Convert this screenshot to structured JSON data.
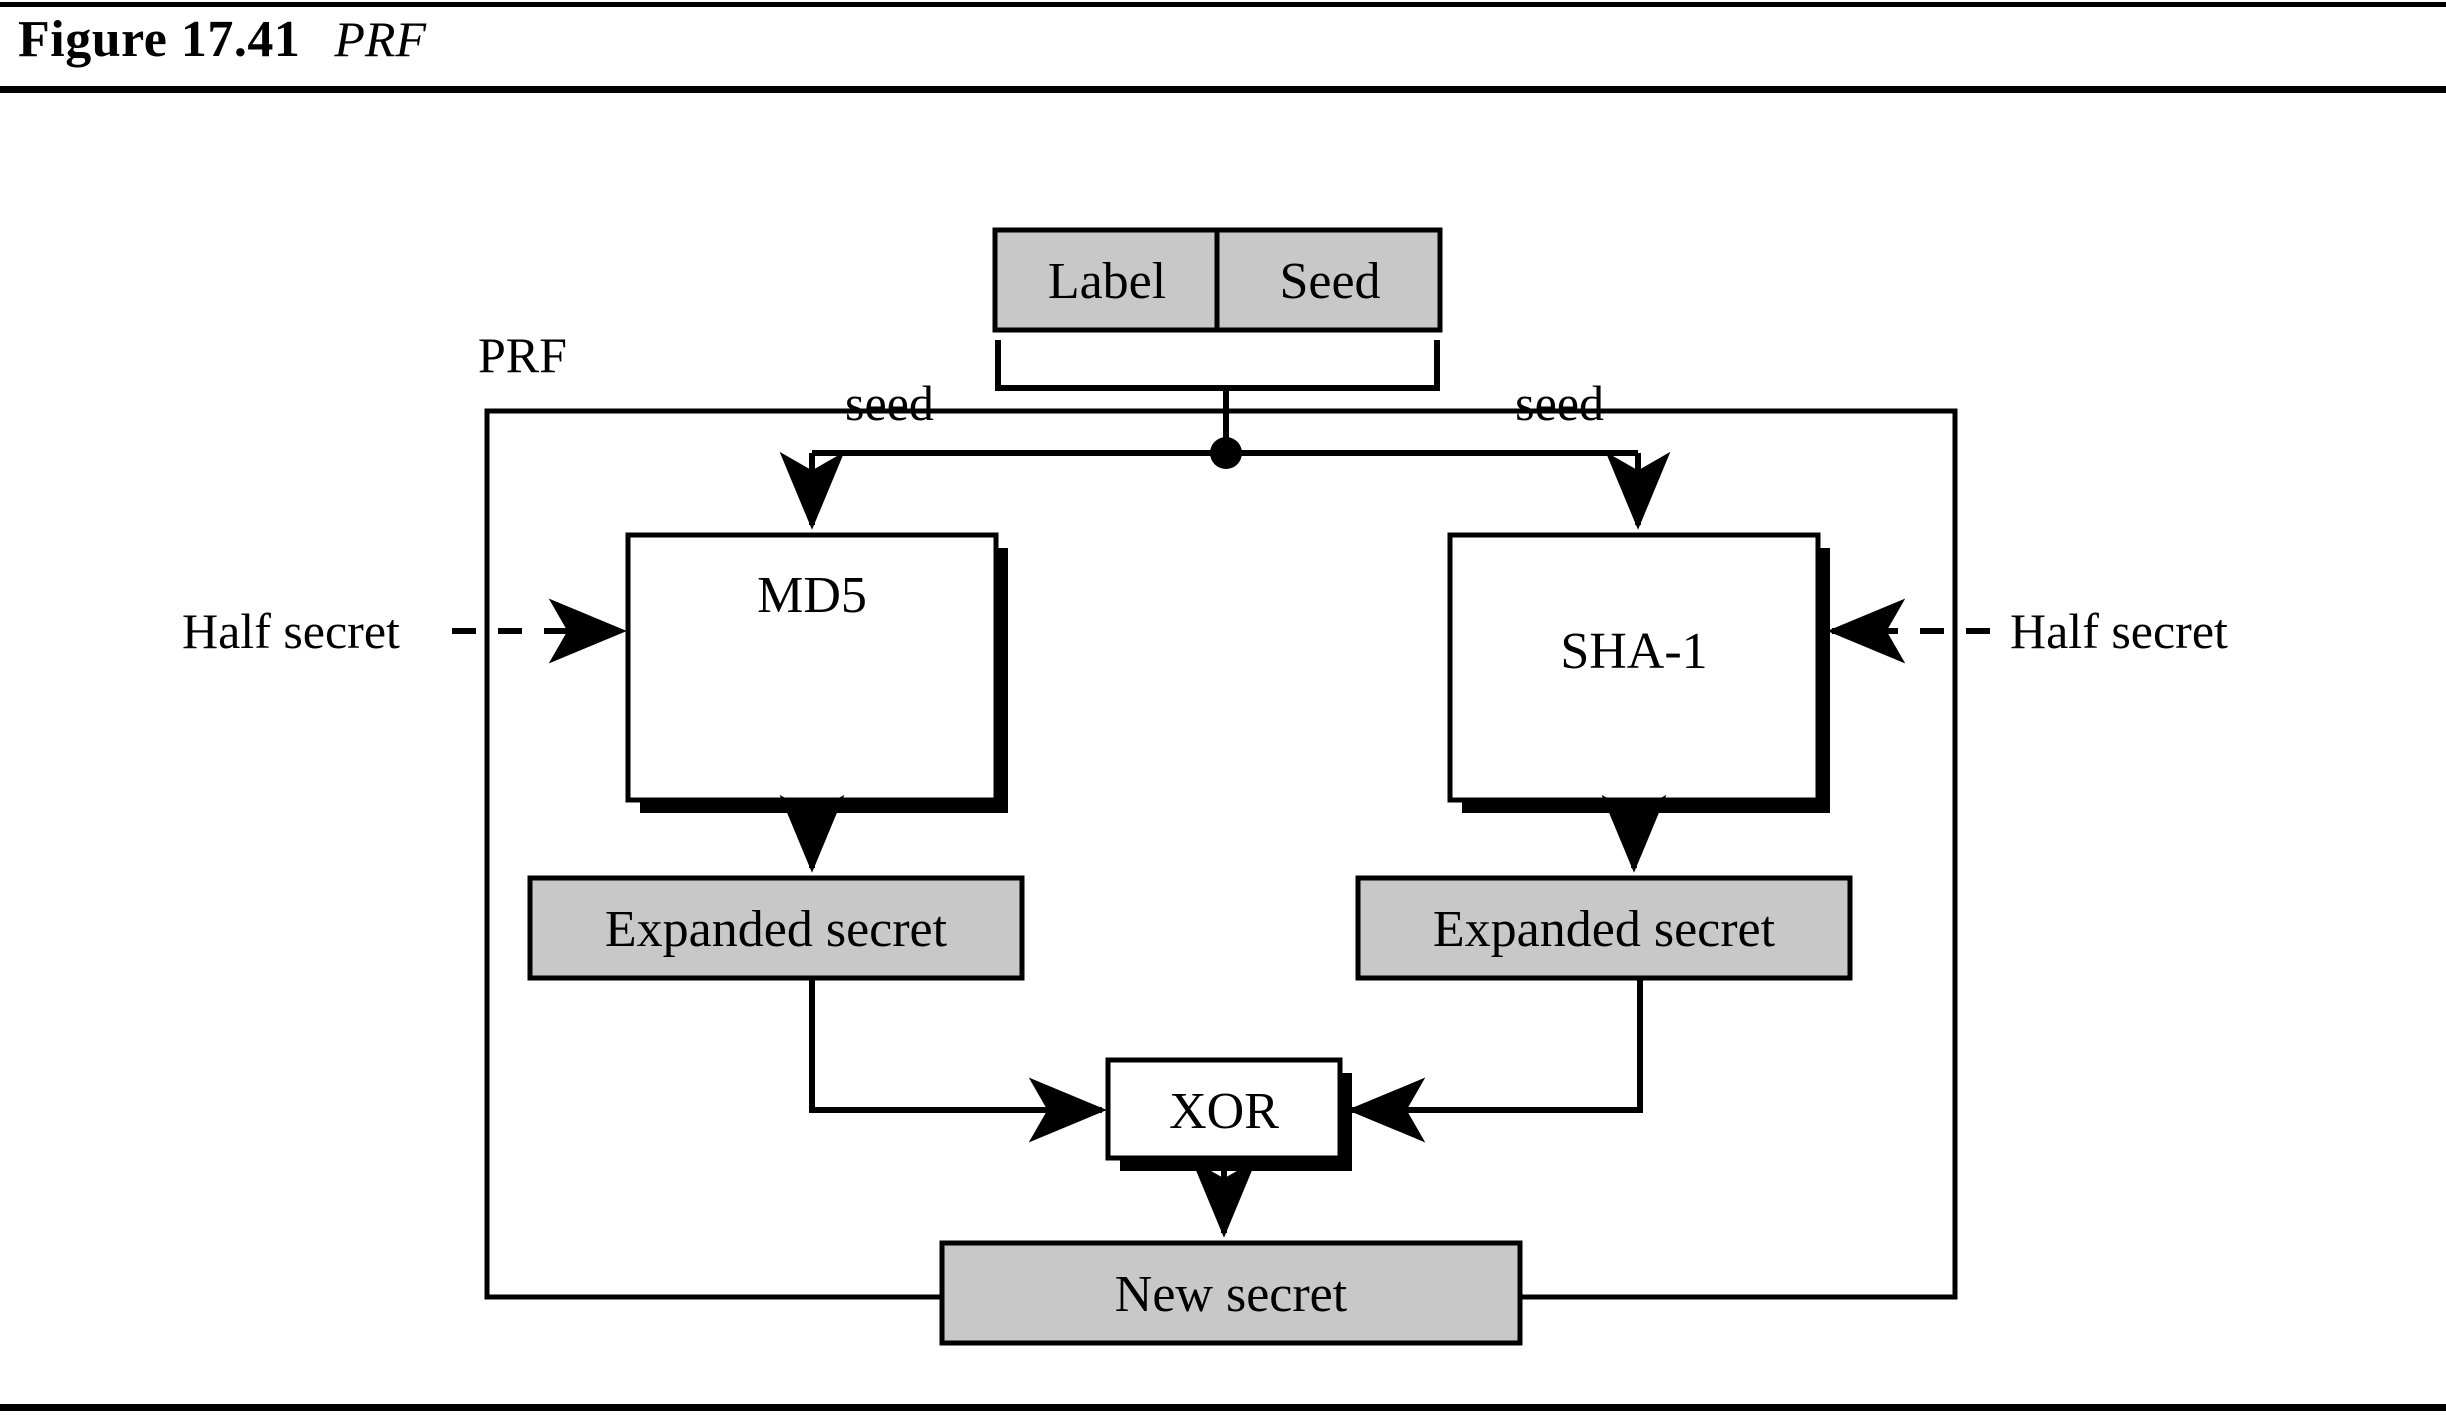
{
  "figure": {
    "number": "Figure 17.41",
    "title": "PRF"
  },
  "diagram": {
    "container_label": "PRF",
    "input_block": {
      "left_cell": "Label",
      "right_cell": "Seed"
    },
    "seed_label_left": "seed",
    "seed_label_right": "seed",
    "hash_left": "MD5",
    "hash_right": "SHA-1",
    "half_secret_left": "Half secret",
    "half_secret_right": "Half secret",
    "expanded_left": "Expanded secret",
    "expanded_right": "Expanded secret",
    "combiner": "XOR",
    "output": "New secret"
  },
  "colors": {
    "shaded_fill": "#c8c8c8",
    "plain_fill": "#ffffff",
    "ink": "#000000"
  }
}
